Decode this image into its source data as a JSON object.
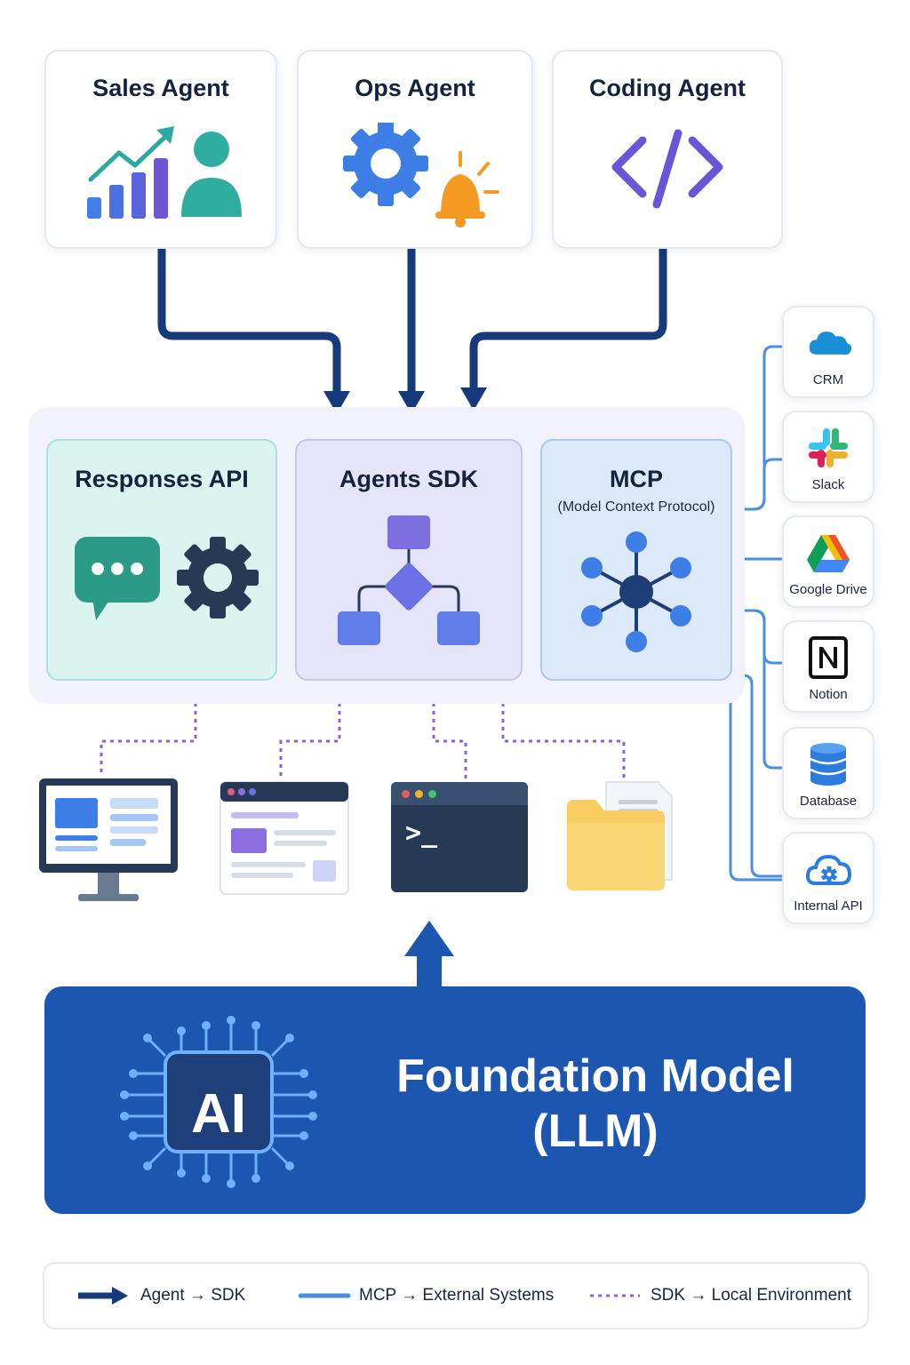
{
  "agents": [
    {
      "title": "Sales Agent"
    },
    {
      "title": "Ops Agent"
    },
    {
      "title": "Coding Agent"
    }
  ],
  "panels": {
    "responses": {
      "title": "Responses API"
    },
    "sdk": {
      "title": "Agents SDK"
    },
    "mcp": {
      "title": "MCP",
      "subtitle": "(Model Context Protocol)"
    }
  },
  "external_systems": [
    {
      "label": "CRM",
      "icon": "cloud-logo-icon"
    },
    {
      "label": "Slack",
      "icon": "slack-icon"
    },
    {
      "label": "Google Drive",
      "icon": "google-drive-icon"
    },
    {
      "label": "Notion",
      "icon": "notion-icon"
    },
    {
      "label": "Database",
      "icon": "database-icon"
    },
    {
      "label": "Internal API",
      "icon": "cloud-gear-icon"
    }
  ],
  "local_environment": [
    {
      "icon": "monitor-icon"
    },
    {
      "icon": "browser-icon"
    },
    {
      "icon": "terminal-icon",
      "prompt": ">_"
    },
    {
      "icon": "folder-icon"
    }
  ],
  "foundation": {
    "chip_label": "AI",
    "title_line1": "Foundation Model",
    "title_line2": "(LLM)"
  },
  "legend": [
    {
      "label": "Agent → SDK",
      "style": "solid-arrow",
      "color": "#163a7a"
    },
    {
      "label": "MCP → External Systems",
      "style": "solid-line",
      "color": "#4a8ee0"
    },
    {
      "label": "SDK → Local Environment",
      "style": "dotted-line",
      "color": "#8a62d8"
    }
  ],
  "colors": {
    "agent_arrow": "#163a7a",
    "mcp_line": "#4a8ee0",
    "local_dotted": "#8a62d8",
    "foundation_bg": "#1c56b0"
  }
}
